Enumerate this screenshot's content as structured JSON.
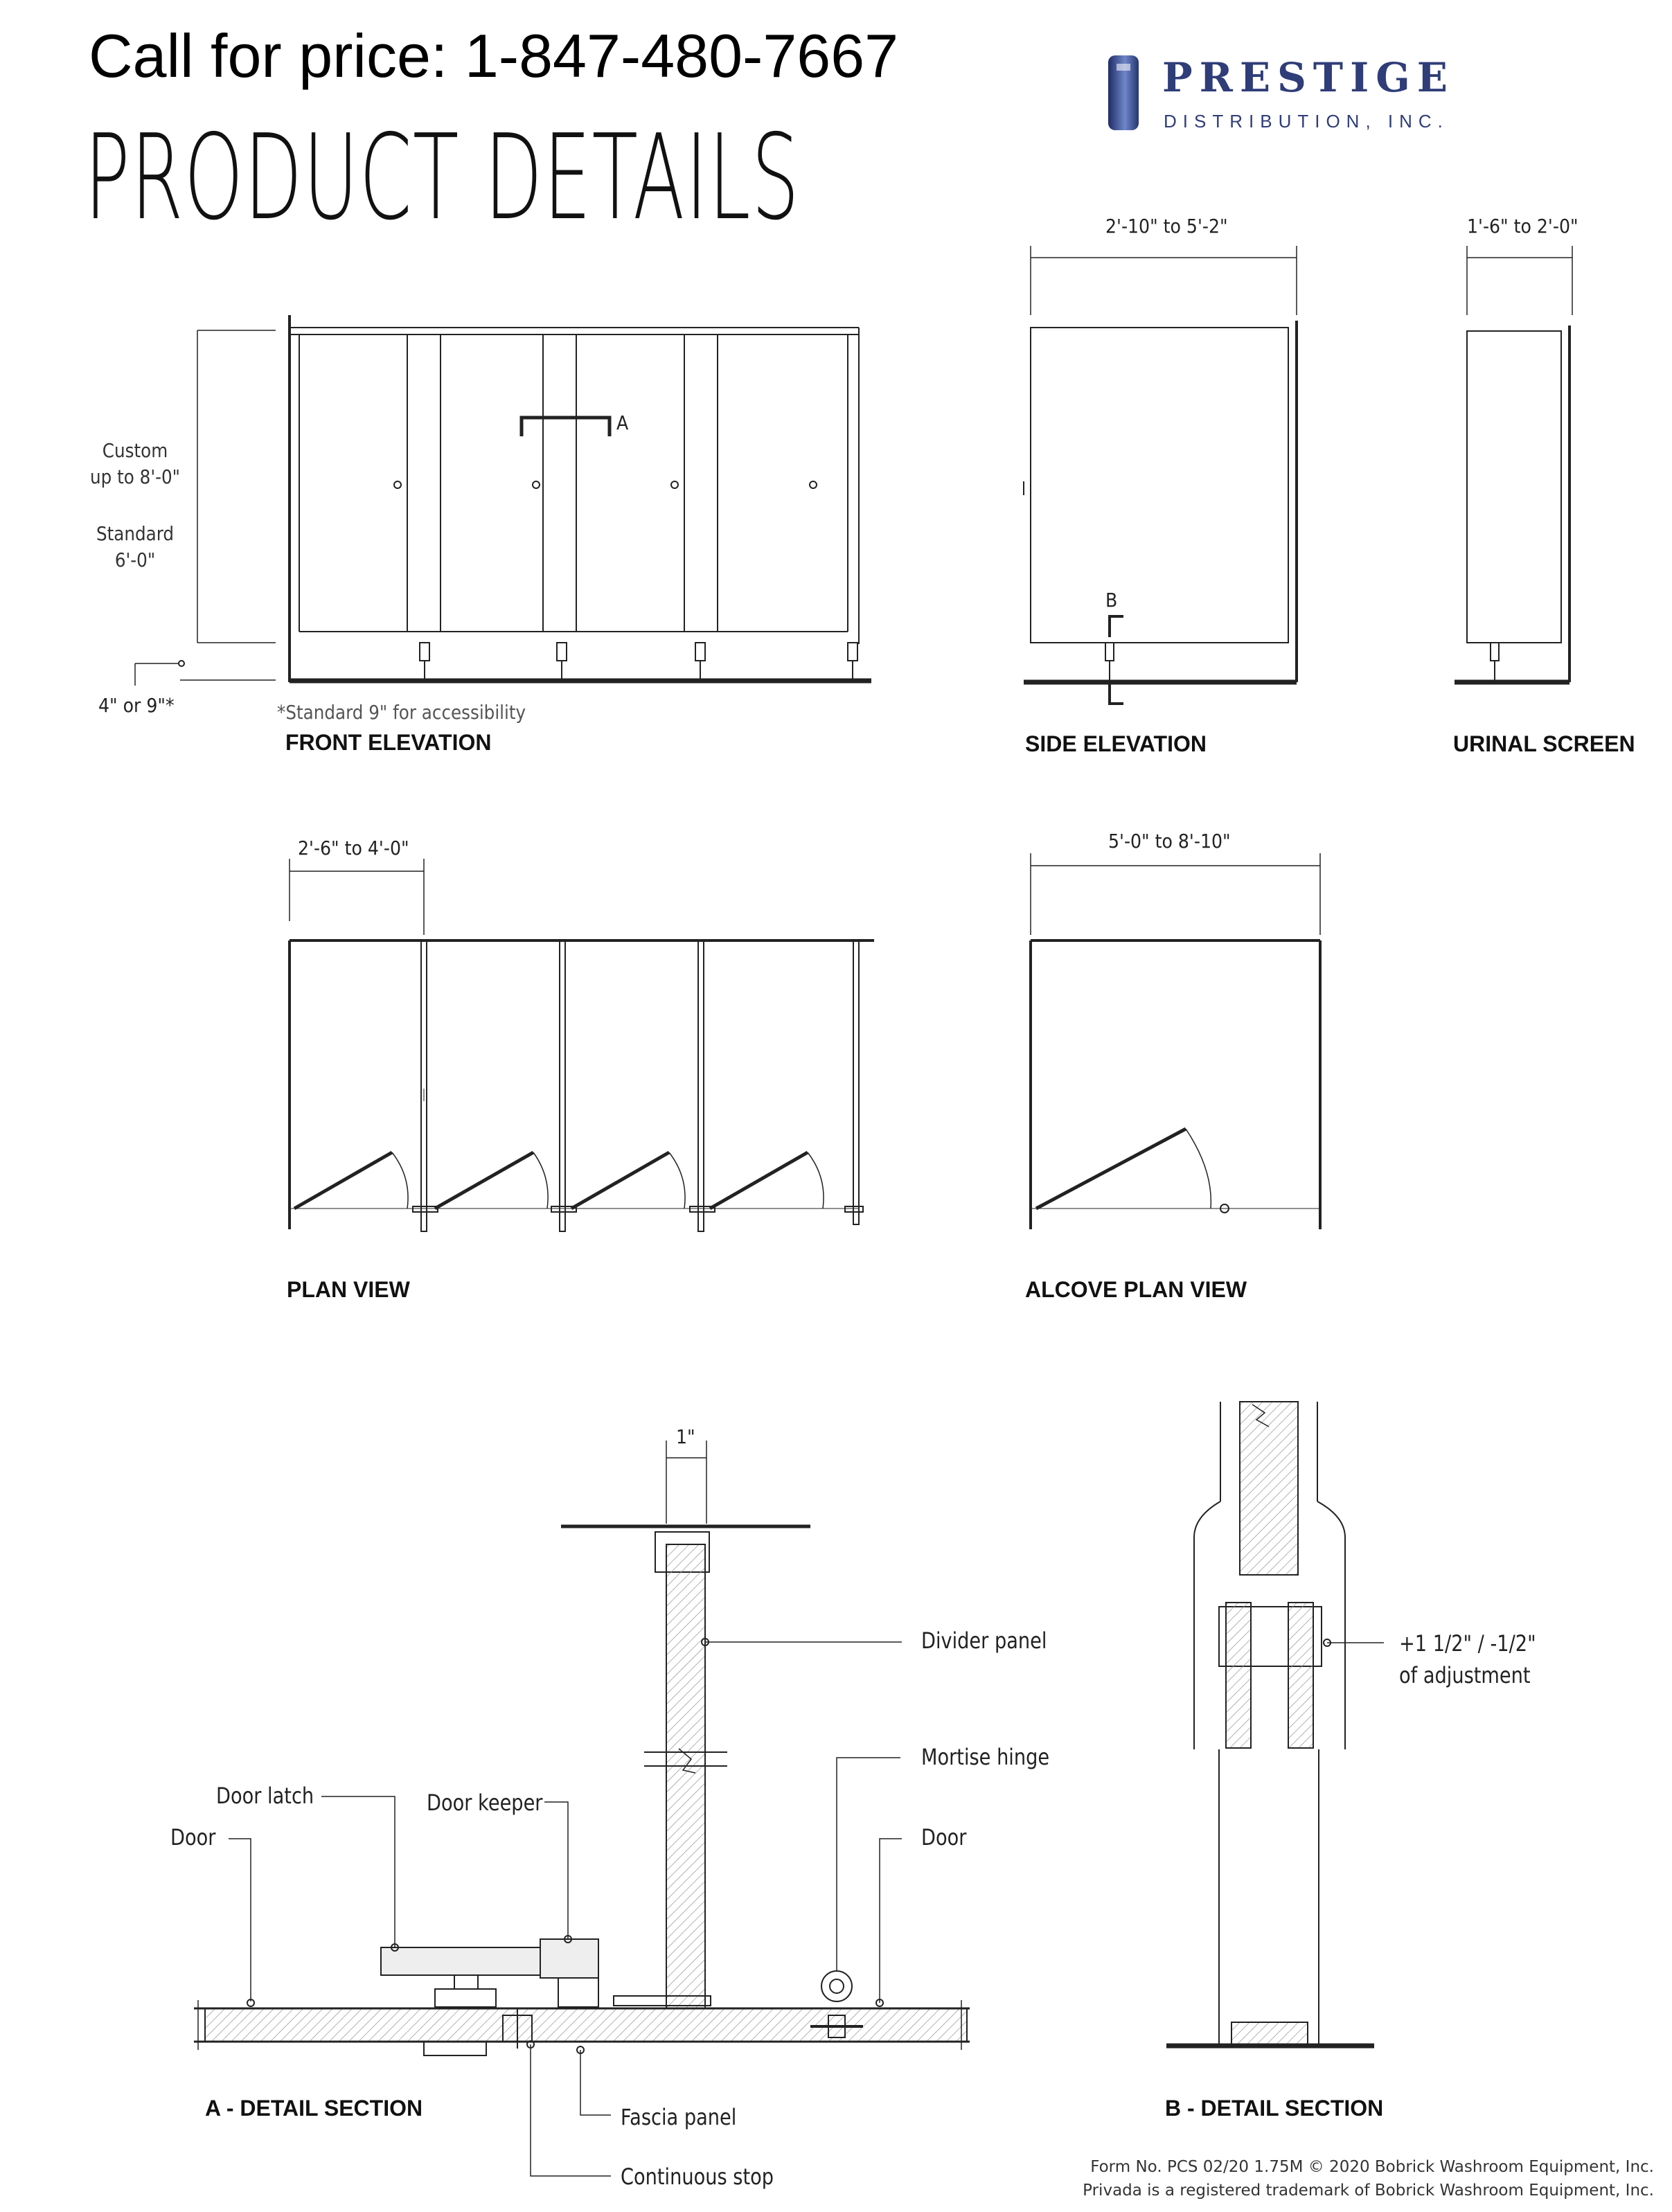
{
  "header": {
    "call_for_price": "Call for price: 1-847-480-7667",
    "title": "PRODUCT DETAILS"
  },
  "logo": {
    "name": "PRESTIGE",
    "subtitle": "DISTRIBUTION, INC.",
    "icon": "prestige-logo-icon",
    "color": "#2f3d78"
  },
  "front_elevation": {
    "label": "FRONT ELEVATION",
    "height_custom": [
      "Custom",
      "up to 8'-0\""
    ],
    "height_standard": [
      "Standard",
      "6'-0\""
    ],
    "clearance": "4\" or 9\"*",
    "note": "*Standard 9\" for accessibility",
    "callout": "A"
  },
  "side_elevation": {
    "label": "SIDE ELEVATION",
    "dimension": "2'-10\" to 5'-2\"",
    "callout": "B"
  },
  "urinal_screen": {
    "label": "URINAL SCREEN",
    "dimension": "1'-6\" to 2'-0\""
  },
  "plan_view": {
    "label": "PLAN VIEW",
    "dimension": "2'-6\" to 4'-0\""
  },
  "alcove_plan_view": {
    "label": "ALCOVE PLAN VIEW",
    "dimension": "5'-0\" to 8'-10\""
  },
  "detail_a": {
    "label": "A - DETAIL SECTION",
    "dimension": "1\"",
    "callouts": {
      "divider_panel": "Divider panel",
      "mortise_hinge": "Mortise hinge",
      "door_right": "Door",
      "door_latch": "Door latch",
      "door_keeper": "Door keeper",
      "door_left": "Door",
      "fascia_panel": "Fascia panel",
      "continuous_stop": "Continuous stop"
    }
  },
  "detail_b": {
    "label": "B - DETAIL SECTION",
    "adjustment": [
      "+1 1/2\" / -1/2\"",
      "of adjustment"
    ]
  },
  "footer": {
    "form_line": "Form No. PCS 02/20  1.75M  © 2020 Bobrick Washroom Equipment, Inc.",
    "trademark_line": "Privada is a registered trademark of Bobrick Washroom Equipment, Inc."
  }
}
